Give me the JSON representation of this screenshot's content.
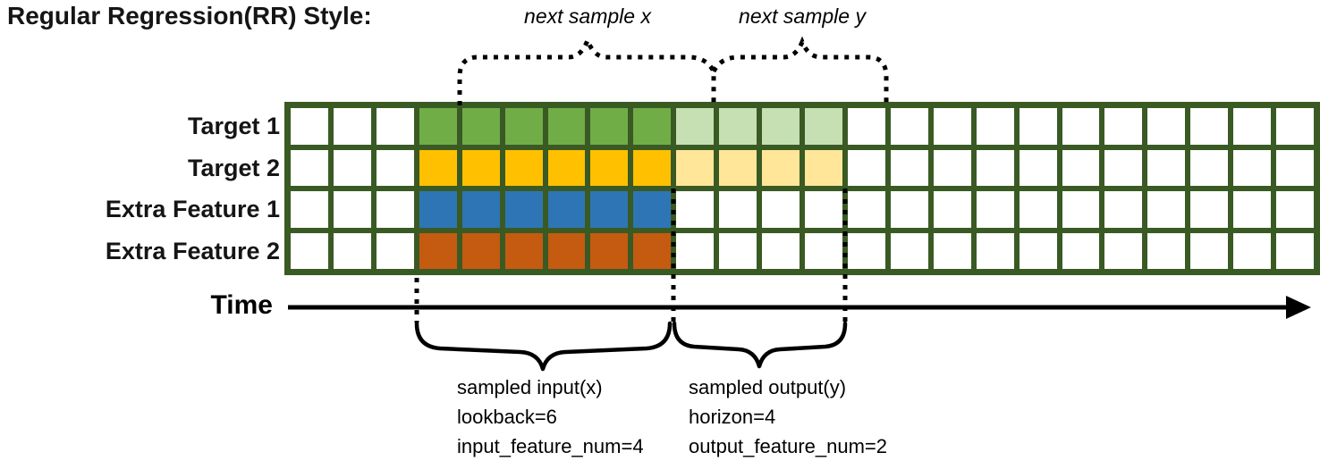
{
  "title": "Regular Regression(RR) Style:",
  "annotations": {
    "next_sample_x": "next sample x",
    "next_sample_y": "next sample y"
  },
  "time_axis": {
    "label": "Time"
  },
  "grid": {
    "total_cols": 24,
    "total_rows": 4,
    "lead_empty_cols": 3,
    "lookback": 6,
    "horizon": 4,
    "frame_color": "#3A5A24",
    "cell_background": "#FFFFFF",
    "rows": [
      {
        "label": "Target 1",
        "dark_color": "#70AD47",
        "light_color": "#C6E0B4",
        "has_horizon_cells": true
      },
      {
        "label": "Target 2",
        "dark_color": "#FFC000",
        "light_color": "#FFE699",
        "has_horizon_cells": true
      },
      {
        "label": "Extra Feature 1",
        "dark_color": "#2E75B6",
        "light_color": "",
        "has_horizon_cells": false
      },
      {
        "label": "Extra Feature 2",
        "dark_color": "#C55A11",
        "light_color": "",
        "has_horizon_cells": false
      }
    ]
  },
  "sample_labels": {
    "input": {
      "lines": [
        "sampled input(x)",
        "lookback=6",
        "input_feature_num=4"
      ]
    },
    "output": {
      "lines": [
        "sampled output(y)",
        "horizon=4",
        "output_feature_num=2"
      ]
    }
  }
}
